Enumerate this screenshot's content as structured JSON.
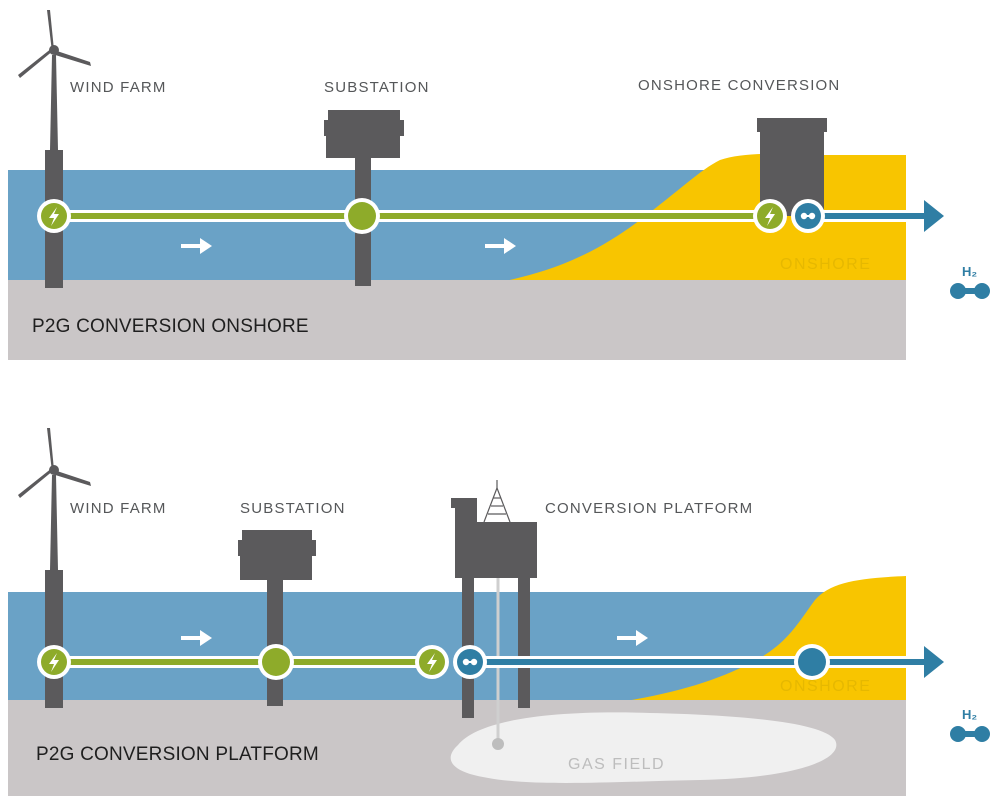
{
  "colors": {
    "water": "#6aa2c6",
    "seabed": "#cac6c7",
    "land": "#f8c500",
    "structure": "#5b5a5c",
    "electric_line": "#8eab2a",
    "hydrogen_line": "#2f7ea4",
    "gas_field": "#f0f0f0"
  },
  "panel_onshore": {
    "title": "P2G CONVERSION ONSHORE",
    "wind_farm_label": "WIND FARM",
    "substation_label": "SUBSTATION",
    "conversion_label": "ONSHORE CONVERSION",
    "onshore_label": "ONSHORE",
    "h2_label": "H₂"
  },
  "panel_platform": {
    "title": "P2G CONVERSION PLATFORM",
    "wind_farm_label": "WIND FARM",
    "substation_label": "SUBSTATION",
    "conversion_label": "CONVERSION PLATFORM",
    "onshore_label": "ONSHORE",
    "gas_field_label": "GAS FIELD",
    "h2_label": "H₂"
  },
  "icons": {
    "electric_node": "lightning-bolt-icon",
    "hydrogen_node": "molecule-icon",
    "flow_arrow": "arrow-right-icon",
    "hydrogen": "hydrogen-molecule-icon"
  }
}
